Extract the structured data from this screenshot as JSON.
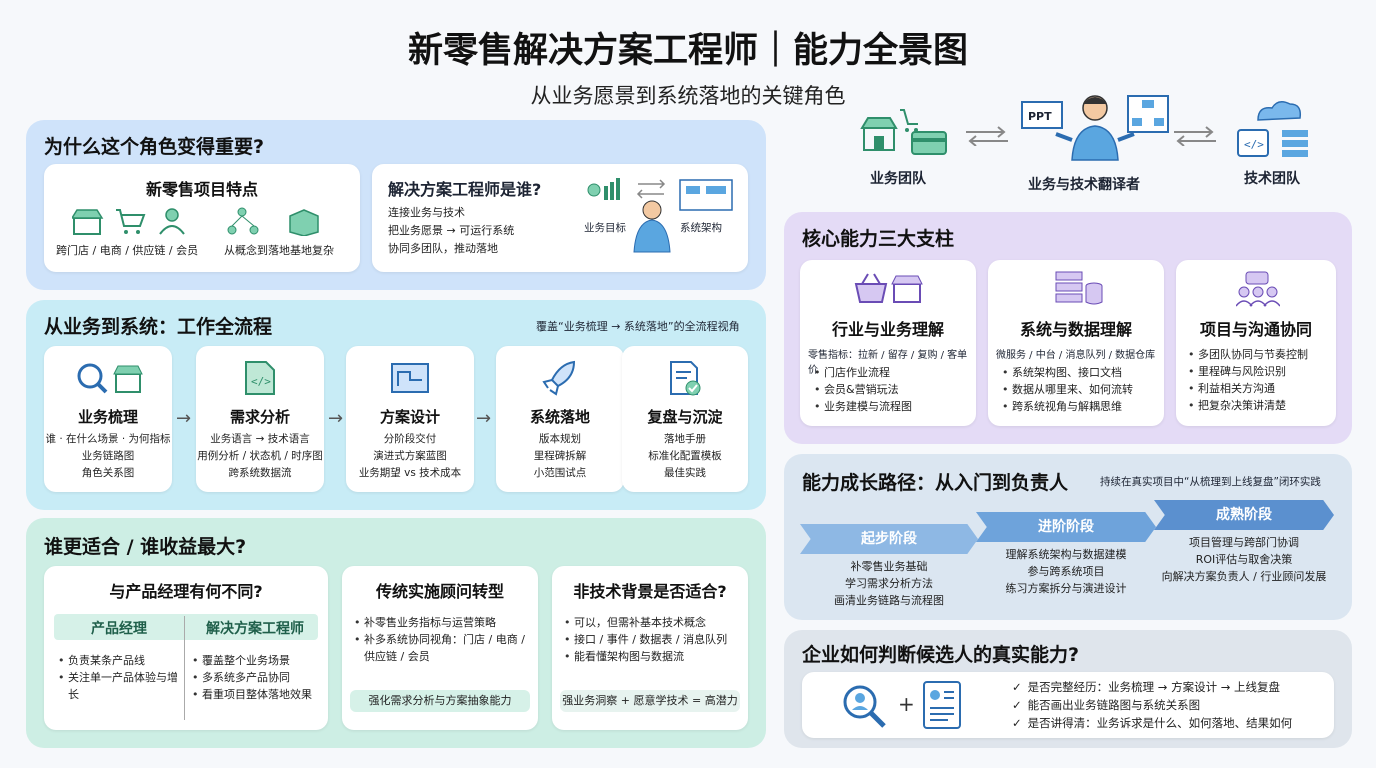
{
  "header": {
    "title": "新零售解决方案工程师｜能力全景图",
    "subtitle": "从业务愿景到系统落地的关键角色"
  },
  "hero": {
    "left_label": "业务团队",
    "center_label": "业务与技术翻译者",
    "right_label": "技术团队",
    "board_text": "PPT"
  },
  "why": {
    "title": "为什么这个角色变得重要?",
    "card1": {
      "title": "新零售项目特点",
      "caption_left": "跨门店 / 电商 / 供应链 / 会员",
      "caption_right": "从概念到落地基地复杂"
    },
    "card2": {
      "title": "解决方案工程师是谁?",
      "lines": [
        "连接业务与技术",
        "把业务愿景 → 可运行系统",
        "协同多团队，推动落地"
      ],
      "label_left": "业务目标",
      "label_right": "系统架构"
    }
  },
  "flow": {
    "title": "从业务到系统：工作全流程",
    "note": "覆盖“业务梳理 → 系统落地”的全流程视角",
    "steps": [
      {
        "name": "业务梳理",
        "lines": [
          "谁 · 在什么场景 · 为何指标",
          "业务链路图",
          "角色关系图"
        ]
      },
      {
        "name": "需求分析",
        "lines": [
          "业务语言 → 技术语言",
          "用例分析 / 状态机 / 时序图",
          "跨系统数据流"
        ]
      },
      {
        "name": "方案设计",
        "lines": [
          "分阶段交付",
          "演进式方案蓝图",
          "业务期望 vs 技术成本"
        ]
      },
      {
        "name": "系统落地",
        "lines": [
          "版本规划",
          "里程碑拆解",
          "小范围试点"
        ]
      },
      {
        "name": "复盘与沉淀",
        "lines": [
          "落地手册",
          "标准化配置模板",
          "最佳实践"
        ]
      }
    ]
  },
  "fit": {
    "title": "谁更适合 / 谁收益最大?",
    "compare": {
      "title": "与产品经理有何不同?",
      "col_left": "产品经理",
      "col_right": "解决方案工程师",
      "left_items": [
        "负责某条产品线",
        "关注单一产品体验与增长"
      ],
      "right_items": [
        "覆盖整个业务场景",
        "多系统多产品协同",
        "看重项目整体落地效果"
      ]
    },
    "consultant": {
      "title": "传统实施顾问转型",
      "items": [
        "补零售业务指标与运营策略",
        "补多系统协同视角：门店 / 电商 / 供应链 / 会员"
      ],
      "pill": "强化需求分析与方案抽象能力"
    },
    "nontech": {
      "title": "非技术背景是否适合?",
      "items": [
        "可以，但需补基本技术概念",
        "接口 / 事件 / 数据表 / 消息队列",
        "能看懂架构图与数据流"
      ],
      "pill": "强业务洞察 + 愿意学技术 = 高潜力"
    }
  },
  "pillars": {
    "title": "核心能力三大支柱",
    "cards": [
      {
        "title": "行业与业务理解",
        "head": "零售指标：拉新 / 留存 / 复购 / 客单价",
        "items": [
          "门店作业流程",
          "会员&营销玩法",
          "业务建模与流程图"
        ]
      },
      {
        "title": "系统与数据理解",
        "head": "微服务 / 中台 / 消息队列 / 数据仓库",
        "items": [
          "系统架构图、接口文档",
          "数据从哪里来、如何流转",
          "跨系统视角与解耦思维"
        ]
      },
      {
        "title": "项目与沟通协同",
        "head": "",
        "items": [
          "多团队协同与节奏控制",
          "里程碑与风险识别",
          "利益相关方沟通",
          "把复杂决策讲清楚"
        ]
      }
    ]
  },
  "growth": {
    "title": "能力成长路径：从入门到负责人",
    "note": "持续在真实项目中“从梳理到上线复盘”闭环实践",
    "stages": [
      {
        "name": "起步阶段",
        "lines": [
          "补零售业务基础",
          "学习需求分析方法",
          "画清业务链路与流程图"
        ]
      },
      {
        "name": "进阶阶段",
        "lines": [
          "理解系统架构与数据建模",
          "参与跨系统项目",
          "练习方案拆分与演进设计"
        ]
      },
      {
        "name": "成熟阶段",
        "lines": [
          "项目管理与跨部门协调",
          "ROI评估与取舍决策",
          "向解决方案负责人 / 行业顾问发展"
        ]
      }
    ]
  },
  "judge": {
    "title": "企业如何判断候选人的真实能力?",
    "plus": "+",
    "check": "✓",
    "items": [
      "是否完整经历：业务梳理 → 方案设计 → 上线复盘",
      "能否画出业务链路图与系统关系图",
      "是否讲得清：业务诉求是什么、如何落地、结果如何"
    ]
  },
  "colors": {
    "stage1": "#8eb8e4",
    "stage2": "#6ea3db",
    "stage3": "#5b90cf",
    "accent_green": "#2f8f6b",
    "accent_blue": "#2b6cb0"
  }
}
